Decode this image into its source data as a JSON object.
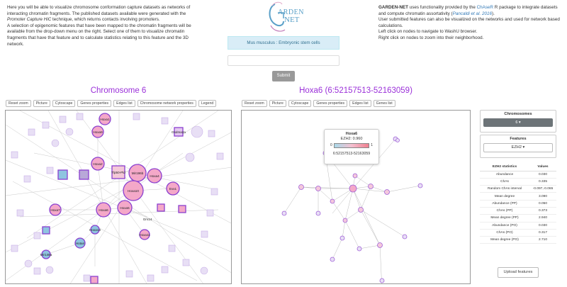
{
  "intro": {
    "p1_a": "Here you will be able to visualize chromosome conformation capture datasets as networks of interacting chromatin fragments. The published datasets available were generated with the ",
    "p1_b": "Promoter Capture HiC",
    "p1_c": " technique, which returns contacts involving promoters.",
    "p2": "A selection of epigenomic features that have been mapped to the chromatin fragments will be available from the drop-down menu on the right. Select one of them to visualize chromatin fragments that have that feature and to calculate statistics relating to this feature and the 3D network."
  },
  "about": {
    "brand": "GARDEN-NET",
    "p1_a": " uses functionality provided by the ",
    "p1_link1": "ChAseR",
    "p1_b": " R package to integrate datasets and compute chromatin assortativity (",
    "p1_link2": "Pancaldi et al. 2016",
    "p1_c": ").",
    "p2": "User submitted features can also be visualized on the networks and used for network based calculations.",
    "p3": "Left click on nodes to navigate to WashU browser.",
    "p4": "Right click on nodes to zoom into their neighborhood."
  },
  "logo": {
    "g": "ARDEN",
    "net": "NET"
  },
  "species": "Mus musculus : Embryonic stem cells",
  "search_placeholder": "",
  "submit_label": "Submit",
  "left_panel": {
    "title": "Chromosome 6",
    "toolbar": [
      "Reset zoom",
      "Picture",
      "Cytoscape",
      "Genes properties",
      "Edges list",
      "Chromosome network properties",
      "Legend"
    ]
  },
  "mid_panel": {
    "title": "Hoxa6 (6:52157513-52163059)",
    "toolbar": [
      "Reset zoom",
      "Picture",
      "Cytoscape",
      "Genes properties",
      "Edges list",
      "Genes list"
    ]
  },
  "tooltip": {
    "name": "Hoxa6",
    "feature": "EZH2: 0.960",
    "lo": "0",
    "hi": "1",
    "coord": "6:52157513-52163059"
  },
  "side": {
    "chromosomes_label": "Chromosomes",
    "chromosome_value": "6 ▾",
    "features_label": "Features",
    "feature_value": "EZH2 ▾"
  },
  "stats": {
    "header_left": "EZH2 statistics",
    "header_right": "Values",
    "rows": [
      {
        "k": "Abundance",
        "v": "0.030"
      },
      {
        "k": "ChAs",
        "v": "0.335"
      },
      {
        "k": "Random ChAs interval",
        "v": "-0.097,-0.065"
      },
      {
        "k": "Mean degree",
        "v": "3.090"
      },
      {
        "k": "Abundance (PP)",
        "v": "0.050"
      },
      {
        "k": "ChAs (PP)",
        "v": "0.373"
      },
      {
        "k": "Mean degree (PP)",
        "v": "2.940"
      },
      {
        "k": "Abundance (PO)",
        "v": "0.030"
      },
      {
        "k": "ChAs (PO)",
        "v": "0.317"
      },
      {
        "k": "Mean degree (PO)",
        "v": "2.710"
      }
    ]
  },
  "upload_label": "Upload features",
  "colors": {
    "title_purple": "#9b30d9",
    "node_pink": "#f4a8c8",
    "node_blue": "#8fc4e0",
    "node_border": "#8a3fd0"
  },
  "left_graph_labels": [
    "Hoxa1",
    "Hoxa9",
    "Gsdma2a",
    "Hoxa2",
    "Tlp50-Pld",
    "Hoxa3",
    "Mir196b",
    "Hoxa4",
    "Hoxa10",
    "Evx1",
    "Hoxa5",
    "Hoxa6",
    "Hoxa7",
    "Hoxa11",
    "Hoxa13",
    "Hotair",
    "Mir148a",
    "Gm14"
  ],
  "mid_graph_labels": [
    "Hoxa6"
  ]
}
